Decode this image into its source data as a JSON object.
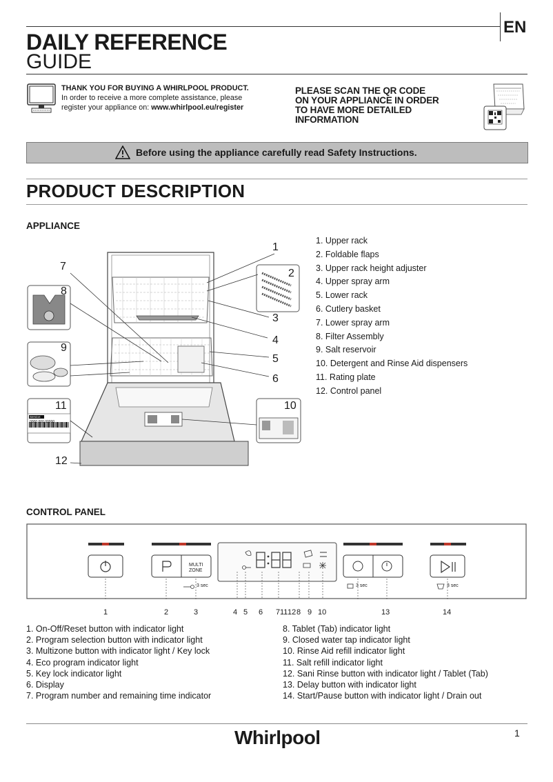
{
  "header": {
    "lang": "EN",
    "title_line1": "DAILY REFERENCE",
    "title_line2": "GUIDE"
  },
  "register": {
    "line1": "THANK YOU FOR BUYING A WHIRLPOOL PRODUCT.",
    "line2": "In order to receive a more complete  assistance,  please",
    "line3_prefix": "register your appliance on: ",
    "line3_url": "www.whirlpool.eu/register"
  },
  "qr": {
    "line1": "PLEASE SCAN THE QR CODE",
    "line2": "ON YOUR APPLIANCE IN ORDER",
    "line3": "TO HAVE MORE DETAILED",
    "line4": "INFORMATION"
  },
  "safety_banner": "Before using the appliance carefully read Safety Instructions.",
  "product_description": "PRODUCT  DESCRIPTION",
  "appliance": {
    "heading": "APPLIANCE",
    "items": [
      "1.  Upper rack",
      "2.  Foldable flaps",
      "3.  Upper rack height adjuster",
      "4.  Upper spray arm",
      "5.  Lower  rack",
      "6.  Cutlery basket",
      "7.  Lower spray arm",
      "8.  Filter Assembly",
      "9.  Salt reservoir",
      "10.  Detergent and Rinse Aid dispensers",
      "11.  Rating plate",
      "12.  Control panel"
    ],
    "callouts": [
      "1",
      "2",
      "3",
      "4",
      "5",
      "6",
      "7",
      "8",
      "9",
      "10",
      "11",
      "12"
    ],
    "rating_plate_label": "Service:",
    "rating_plate_code": "0000 000 00000"
  },
  "control_panel": {
    "heading": "CONTROL PANEL",
    "multizone_line1": "MULTI",
    "multizone_line2": "ZONE",
    "key_3sec": "3 sec",
    "tab_3sec": "3 sec",
    "drain_3sec": "3 sec",
    "numbers": [
      "1",
      "2",
      "3",
      "4",
      "5",
      "6",
      "7",
      "11",
      "12",
      "8",
      "9",
      "10",
      "13",
      "14"
    ],
    "items_left": [
      "1.  On-Off/Reset button with indicator light",
      "2.  Program selection button with indicator light",
      "3.  Multizone button with indicator light / Key lock",
      "4.  Eco program indicator light",
      "5.  Key lock indicator light",
      "6.  Display",
      "7.  Program number and remaining time indicator"
    ],
    "items_right": [
      "8.  Tablet (Tab) indicator light",
      "9.  Closed water tap indicator light",
      "10.  Rinse Aid refill indicator light",
      "11.  Salt refill indicator light",
      "12.  Sani Rinse button with indicator light / Tablet (Tab)",
      "13.  Delay button with indicator light",
      "14.  Start/Pause button with indicator light / Drain out"
    ]
  },
  "footer": {
    "brand": "Whirlpool",
    "page": "1"
  }
}
